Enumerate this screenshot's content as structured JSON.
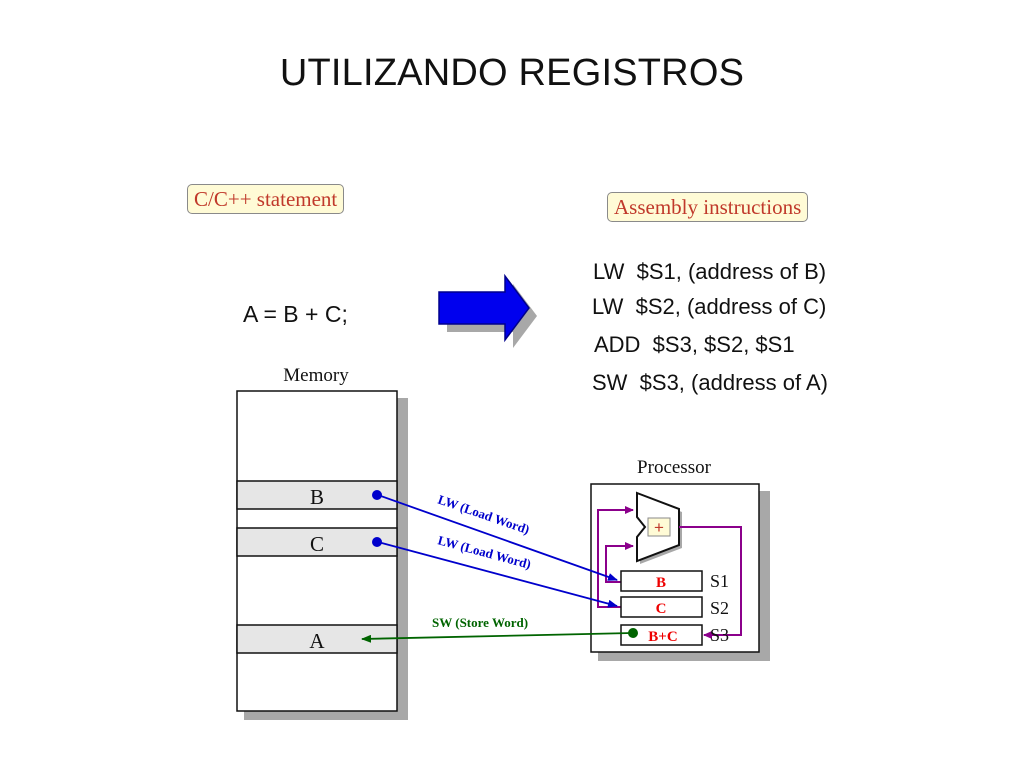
{
  "title": "UTILIZANDO REGISTROS",
  "labels": {
    "c_statement": "C/C++ statement",
    "assembly_instructions": "Assembly instructions"
  },
  "statement": "A = B + C;",
  "assembly": [
    "LW  $S1, (address of B)",
    "LW  $S2, (address of C)",
    "ADD  $S3, $S2, $S1",
    "SW  $S3, (address of A)"
  ],
  "memory": {
    "label": "Memory",
    "cells": {
      "b": "B",
      "c": "C",
      "a": "A"
    }
  },
  "processor": {
    "label": "Processor",
    "alu_op": "+",
    "registers": [
      {
        "name": "S1",
        "content": "B"
      },
      {
        "name": "S2",
        "content": "C"
      },
      {
        "name": "S3",
        "content": "B+C"
      }
    ]
  },
  "transfers": {
    "load_1": "LW (Load Word)",
    "load_2": "LW (Load Word)",
    "store": "SW (Store Word)"
  },
  "colors": {
    "arrow_blue": "#0000ee",
    "load_line": "#0000cc",
    "store_line": "#006400",
    "register_text": "#ee0000",
    "alu_line": "#8b008b",
    "tag_fill": "#fffbd6",
    "tag_text": "#c0392b",
    "cell_fill": "#e6e6e6",
    "shadow": "#a8a8a8"
  }
}
